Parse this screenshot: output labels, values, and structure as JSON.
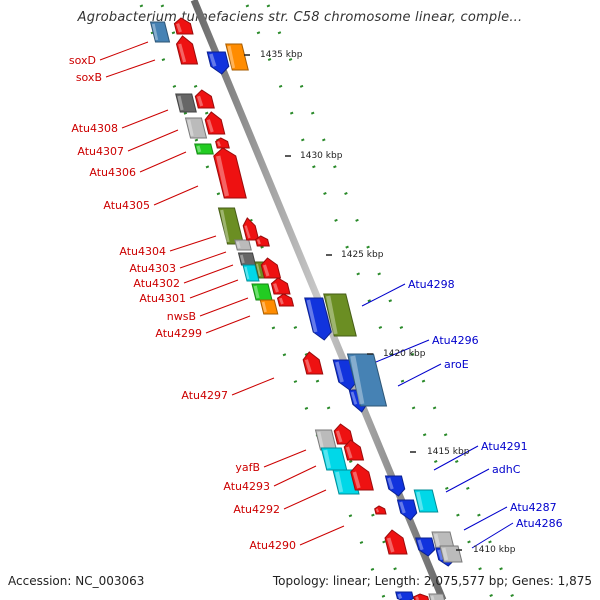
{
  "title": "Agrobacterium tumefaciens str. C58 chromosome linear, comple...",
  "footer": {
    "accession": "Accession: NC_003063",
    "topology": "Topology: linear; Length: 2,075,577 bp; Genes: 1,875"
  },
  "colors": {
    "reverse_gene": "#ee1111",
    "forward_gene": "#1133dd",
    "reverse_label": "#cc0000",
    "forward_label": "#0000cc",
    "backbone": "#8a8a8a",
    "ticks": "#2a8a2a",
    "olive": "#6b8e23",
    "steelblue": "#4682b4",
    "cyan": "#00d8e8",
    "orange": "#ff8c00",
    "green": "#22cc22",
    "dark_gray": "#666666",
    "light_gray": "#bbbbbb"
  },
  "ruler_labels": [
    "1435 kbp",
    "1430 kbp",
    "1425 kbp",
    "1420 kbp",
    "1415 kbp",
    "1410 kbp"
  ],
  "reverse_gene_labels": [
    "soxD",
    "soxB",
    "Atu4308",
    "Atu4307",
    "Atu4306",
    "Atu4305",
    "Atu4304",
    "Atu4303",
    "Atu4302",
    "Atu4301",
    "nwsB",
    "Atu4299",
    "Atu4297",
    "yafB",
    "Atu4293",
    "Atu4292",
    "Atu4290"
  ],
  "forward_gene_labels": [
    "Atu4298",
    "Atu4296",
    "aroE",
    "Atu4291",
    "adhC",
    "Atu4287",
    "Atu4286"
  ]
}
